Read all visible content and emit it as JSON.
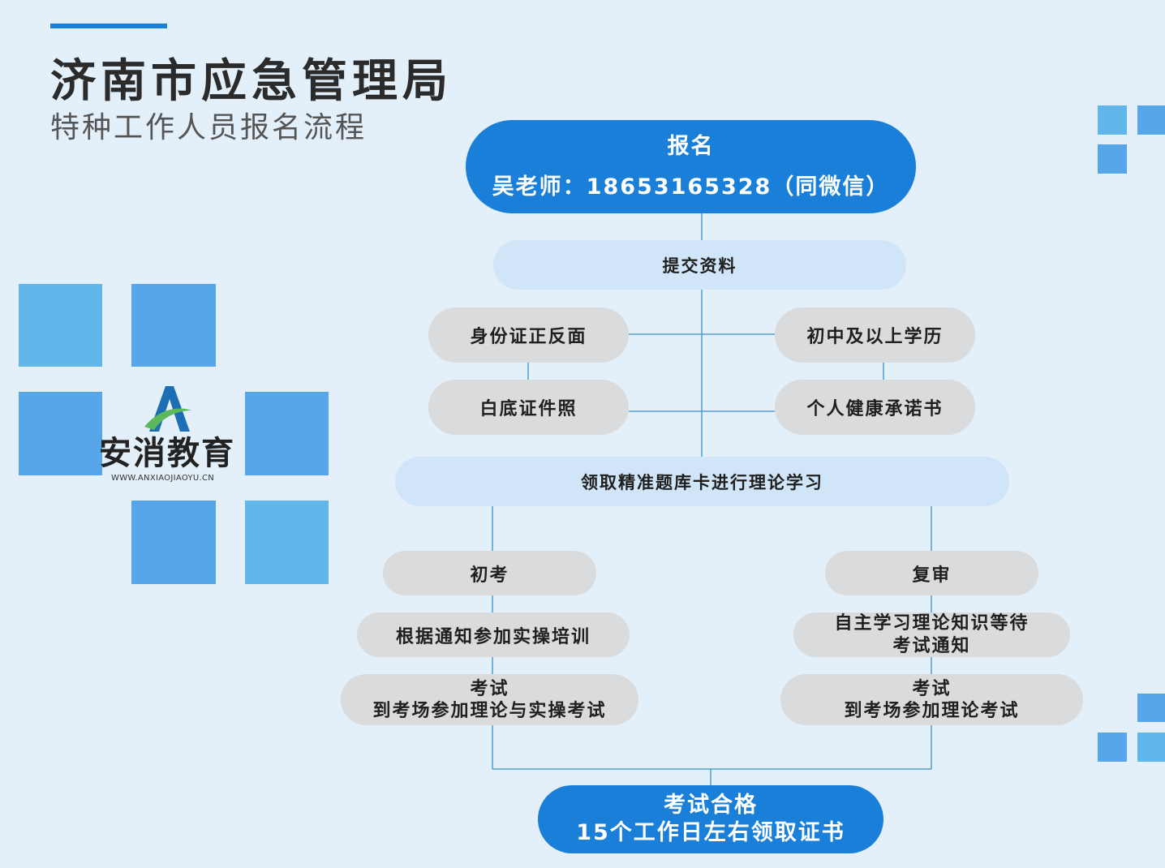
{
  "header": {
    "title": "济南市应急管理局",
    "subtitle": "特种工作人员报名流程"
  },
  "logo": {
    "name": "安消教育",
    "url": "WWW.ANXIAOJIAOYU.CN"
  },
  "flow": {
    "register": {
      "title": "报名",
      "contact": "吴老师：18653165328（同微信）"
    },
    "submit": "提交资料",
    "materials": {
      "id_card": "身份证正反面",
      "education": "初中及以上学历",
      "photo": "白底证件照",
      "health": "个人健康承诺书"
    },
    "study": "领取精准题库卡进行理论学习",
    "left_branch": {
      "first_exam": "初考",
      "training": "根据通知参加实操培训",
      "exam_title": "考试",
      "exam_detail": "到考场参加理论与实操考试"
    },
    "right_branch": {
      "review": "复审",
      "self_study_line1": "自主学习理论知识等待",
      "self_study_line2": "考试通知",
      "exam_title": "考试",
      "exam_detail": "到考场参加理论考试"
    },
    "result": {
      "line1": "考试合格",
      "line2": "15个工作日左右领取证书"
    }
  },
  "colors": {
    "background": "#e3eff9",
    "primary_blue": "#1a7fd9",
    "pale_blue": "#d0e5f8",
    "gray_node": "#dadbdc",
    "square_light": "#62b7ea",
    "square_mid": "#58a6ea",
    "connector": "#3c8fc8"
  }
}
